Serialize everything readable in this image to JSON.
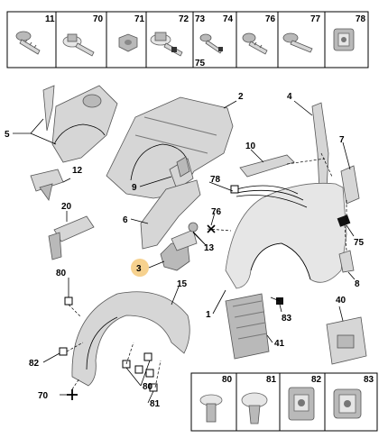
{
  "top_strip": [
    {
      "id": "p11",
      "label": "11",
      "icon": "self-tapping-screw-icon"
    },
    {
      "id": "p70",
      "label": "70",
      "icon": "flange-screw-icon"
    },
    {
      "id": "p71",
      "label": "71",
      "icon": "hex-nut-icon"
    },
    {
      "id": "p72",
      "label": "72",
      "icon": "bolt-with-washer-icon"
    },
    {
      "id": "p73",
      "label": "73",
      "icon": "small-screw-icon"
    },
    {
      "id": "p75",
      "label": "75",
      "icon": "none"
    },
    {
      "id": "p74",
      "label": "74",
      "icon": "torx-screw-icon"
    },
    {
      "id": "p76",
      "label": "76",
      "icon": "flange-bolt-icon"
    },
    {
      "id": "p77",
      "label": "77",
      "icon": "push-rivet-icon"
    },
    {
      "id": "p78",
      "label": "78",
      "icon": "retaining-clip-icon"
    }
  ],
  "bottom_strip": [
    {
      "id": "p80",
      "label": "80",
      "icon": "plastic-rivet-icon"
    },
    {
      "id": "p81",
      "label": "81",
      "icon": "mushroom-clip-icon"
    },
    {
      "id": "p82",
      "label": "82",
      "icon": "square-clip-nut-icon"
    },
    {
      "id": "p83",
      "label": "83",
      "icon": "speed-nut-icon"
    }
  ],
  "callouts": {
    "c1": "1",
    "c2": "2",
    "c3": "3",
    "c4": "4",
    "c5": "5",
    "c6": "6",
    "c7": "7",
    "c8": "8",
    "c9": "9",
    "c10": "10",
    "c12": "12",
    "c13": "13",
    "c15": "15",
    "c20": "20",
    "c40": "40",
    "c41": "41",
    "c70": "70",
    "c75": "75",
    "c76": "76",
    "c78": "78",
    "c80a": "80",
    "c80b": "80",
    "c81": "81",
    "c82": "82",
    "c83": "83"
  },
  "colors": {
    "highlight": "#f5c97a",
    "part_fill": "#d6d6d6",
    "line": "#000000"
  }
}
